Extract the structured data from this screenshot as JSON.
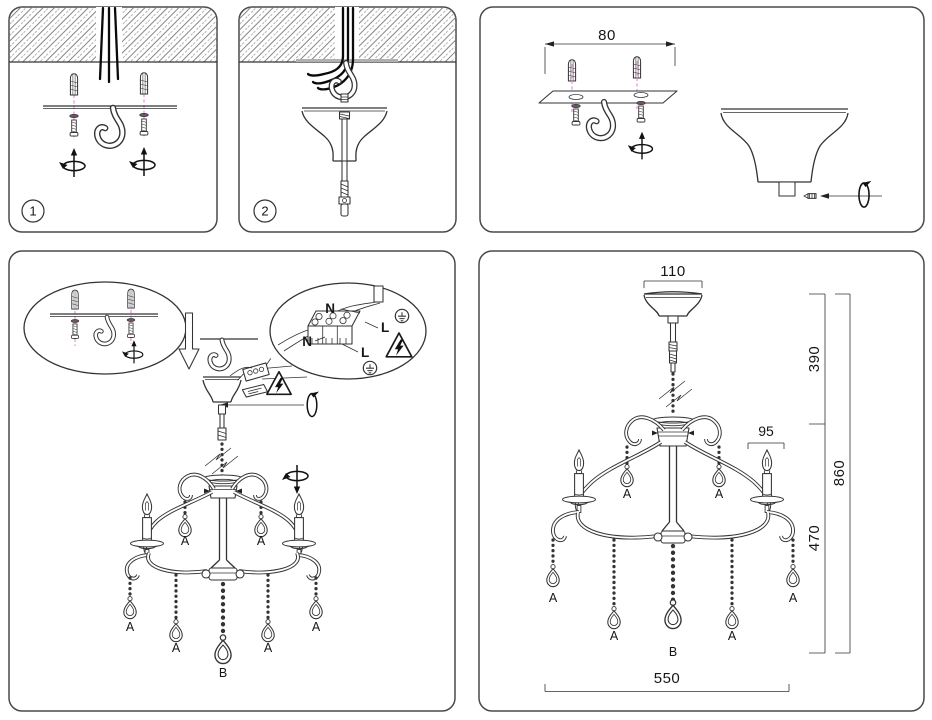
{
  "colors": {
    "line": "#333333",
    "wire": "#0a0a0a",
    "accent_pink": "#e489d4",
    "plate_gray": "#b0b0b0"
  },
  "steps": {
    "step1_badge": "1",
    "step2_badge": "2"
  },
  "wiring": {
    "neutral_label": "N",
    "live_label": "L"
  },
  "parts": {
    "crystal_small": "A",
    "crystal_large": "B"
  },
  "dimensions": {
    "plate_width": "80",
    "canopy_width": "110",
    "suspension_height": "390",
    "total_height": "860",
    "candle_width": "95",
    "fixture_height": "470",
    "fixture_width": "550"
  }
}
